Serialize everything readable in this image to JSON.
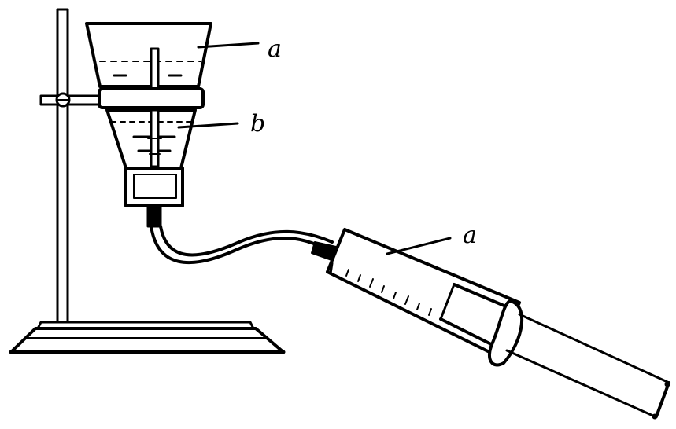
{
  "labels": {
    "upper_vessel": "a",
    "lower_vessel": "b",
    "syringe": "a"
  },
  "colors": {
    "ink": "#000000",
    "paper": "#ffffff"
  }
}
